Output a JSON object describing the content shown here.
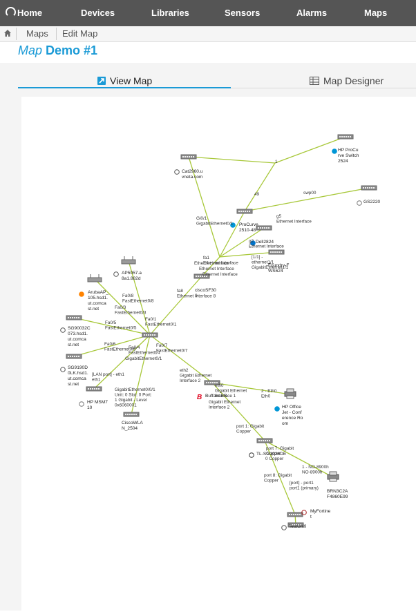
{
  "nav": {
    "items": [
      "Home",
      "Devices",
      "Libraries",
      "Sensors",
      "Alarms",
      "Maps"
    ]
  },
  "breadcrumb": {
    "items": [
      "Maps",
      "Edit Map"
    ]
  },
  "page": {
    "title_prefix": "Map",
    "title": "Demo #1"
  },
  "tabs": {
    "view_map": "View Map",
    "map_designer": "Map Designer"
  },
  "colors": {
    "nav_bg": "#555555",
    "accent": "#1a9ad6",
    "link_line": "#a8c83a",
    "canvas_bg": "#ffffff"
  },
  "map": {
    "nodes": [
      {
        "id": "hp-procurve-2524",
        "icon": "switch-icon",
        "badge": "hp-badge",
        "label": [
          "HP ProCu",
          "rve Switch",
          "2524"
        ]
      },
      {
        "id": "cat2960",
        "icon": "switch-icon",
        "badge": "cisco-badge",
        "label": [
          "Cat2960.u",
          "vneta.com"
        ]
      },
      {
        "id": "gs2220",
        "icon": "switch-icon",
        "badge": "netgear-badge",
        "label": [
          "GS2220"
        ]
      },
      {
        "id": "procurve-2510",
        "icon": "switch-icon",
        "badge": "hp-badge",
        "label": [
          "ProCurve",
          "2510-48"
        ]
      },
      {
        "id": "dell2824",
        "icon": "switch-icon",
        "badge": "dell-badge",
        "label": [
          "Dell2824"
        ]
      },
      {
        "id": "foundry-fws624",
        "icon": "switch-icon",
        "badge": "",
        "label": [
          "Foundry-F",
          "WS624"
        ]
      },
      {
        "id": "ciscosf300",
        "icon": "switch-icon",
        "badge": "",
        "label": [
          "ciscoSF30",
          "0"
        ]
      },
      {
        "id": "ap5057",
        "icon": "access-point-icon",
        "badge": "cisco-badge",
        "label": [
          "AP5057.a",
          "8a1.882d"
        ]
      },
      {
        "id": "aruba-ap",
        "icon": "access-point-icon",
        "badge": "aruba-badge",
        "label": [
          "ArubaAP_",
          "105.hsd1.",
          "ut.comca",
          "st.net"
        ]
      },
      {
        "id": "sg9003",
        "icon": "switch-icon",
        "badge": "cisco-badge",
        "label": [
          "SG90032C",
          "073.hsd1.",
          "ut.comca",
          "st.net"
        ]
      },
      {
        "id": "sg9190",
        "icon": "switch-icon",
        "badge": "cisco-badge",
        "label": [
          "SG9190D",
          "0LK.hsd1.",
          "ut.comca",
          "st.net"
        ]
      },
      {
        "id": "hp-msm710",
        "icon": "switch-icon",
        "badge": "netgear-badge",
        "label": [
          "HP MSM7",
          "10"
        ]
      },
      {
        "id": "ciscowlan",
        "icon": "switch-icon",
        "badge": "",
        "label": [
          "CiscoWLA",
          "N_2504"
        ]
      },
      {
        "id": "cat-core",
        "icon": "switch-icon",
        "badge": "",
        "label": [
          "Cat2960"
        ]
      },
      {
        "id": "buffalo",
        "icon": "switch-icon",
        "badge": "buffalo-badge",
        "label": [
          "Buffalo-BS"
        ]
      },
      {
        "id": "hp-officejet",
        "icon": "printer-icon",
        "badge": "hp-badge",
        "label": [
          "HP Office",
          "Jet - Conf",
          "erence Ro",
          "om"
        ]
      },
      {
        "id": "tl-sg",
        "icon": "switch-icon",
        "badge": "tplink-badge",
        "label": [
          "TL-SG1024DE"
        ]
      },
      {
        "id": "brn3c2a",
        "icon": "printer-icon",
        "badge": "",
        "label": [
          "BRN3C2A",
          "F4860E99"
        ]
      },
      {
        "id": "myfortinet",
        "icon": "switch-icon",
        "badge": "fortinet-badge",
        "label": [
          "MyFortine",
          "t"
        ]
      },
      {
        "id": "testunifi",
        "icon": "switch-icon",
        "badge": "cisco-badge",
        "label": [
          "TestUnifi"
        ]
      }
    ],
    "link_labels": [
      [
        "1"
      ],
      [
        "49"
      ],
      [
        "swp00"
      ],
      [
        "g5",
        "Ethernet Interface"
      ],
      [
        "Gi0/1",
        "GigabitEthernet0/1"
      ],
      [
        "g2",
        "Ethernet Interface"
      ],
      [
        "fa1",
        "Ethernet Interface"
      ],
      [
        "Ethernet Interface"
      ],
      [
        "Ethernet Interface"
      ],
      [
        "Ethernet Interface"
      ],
      [
        "[1/1] -",
        "ethernet1/1",
        "GigabitEthernet1/1"
      ],
      [
        "fa8",
        "Ethernet Interface 8"
      ],
      [
        "Fa0/8",
        "FastEthernet0/8"
      ],
      [
        "Fa0/3",
        "FastEthernet0/3"
      ],
      [
        "Fa0/1",
        "FastEthernet0/1"
      ],
      [
        "Fa0/5",
        "FastEthernet0/5"
      ],
      [
        "Fa0/6",
        "FastEthernet0/6"
      ],
      [
        "Fa0/7",
        "FastEthernet0/7"
      ],
      [
        "Fa0/4",
        "FastEthernet0/4"
      ],
      [
        "GigabitEthernet0/1"
      ],
      [
        "[LAN port] - eth1",
        "eth1"
      ],
      [
        "GigabitEthernet0/0/1",
        "Unit: 0 Slot: 0 Port:",
        "1 Gigabit - Level",
        "0x6060001"
      ],
      [
        "eth2",
        "Gigabit Ethernet",
        "Interface 2"
      ],
      [
        "eth0",
        "Gigabit Ethernet",
        "Interface 1"
      ],
      [
        "Gigabit Ethernet",
        "Interface 2"
      ],
      [
        "2 - Eth0",
        "Eth0"
      ],
      [
        "port 1: Gigabit",
        "Copper"
      ],
      [
        "port 7: Gigabit",
        "Copper"
      ],
      [
        "0 Copper"
      ],
      [
        "1 - NO-8900h",
        "NO-8900h"
      ],
      [
        "port 8: Gigabit",
        "Copper"
      ],
      [
        "[port] - port1",
        "port1 (primary)"
      ]
    ]
  }
}
